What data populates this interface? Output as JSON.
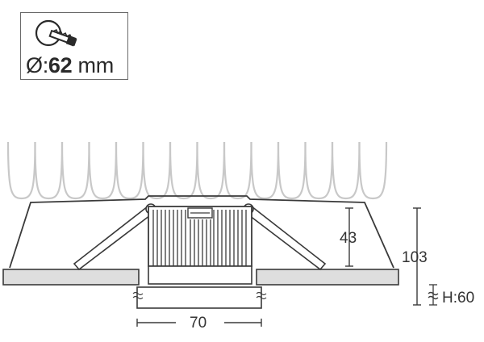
{
  "cutout": {
    "symbol": "Ø",
    "separator": ":",
    "value": "62",
    "unit": "mm",
    "icon": "hole-saw-icon"
  },
  "dimensions": {
    "body_height": "43",
    "total_height": "103",
    "ceiling_label": "H:60",
    "width": "70"
  },
  "colors": {
    "line": "#3a3a3a",
    "insulation": "#c8c8c8",
    "ceiling_fill": "#dedede"
  }
}
